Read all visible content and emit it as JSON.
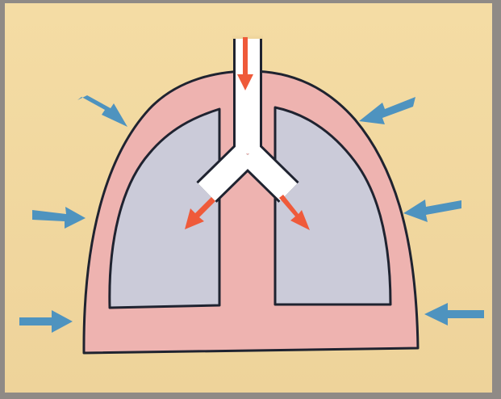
{
  "diagram": {
    "subject": "lung-inflation-under-external-pressure",
    "colors": {
      "background_frame": "#8f8a86",
      "background_panel": "#f2d9a0",
      "cavity_fill": "#eeb3b0",
      "lung_fill": "#cbcbd9",
      "airway_fill": "#ffffff",
      "outline": "#1f2330",
      "inflow_arrow": "#ef5a3a",
      "pressure_arrow": "#4e93bf"
    },
    "icons": {
      "inflow_arrows": "red-arrow-icon",
      "pressure_arrows": "blue-arrow-icon"
    },
    "counts": {
      "red_arrows": 3,
      "blue_arrows": 6,
      "lungs": 2
    }
  }
}
